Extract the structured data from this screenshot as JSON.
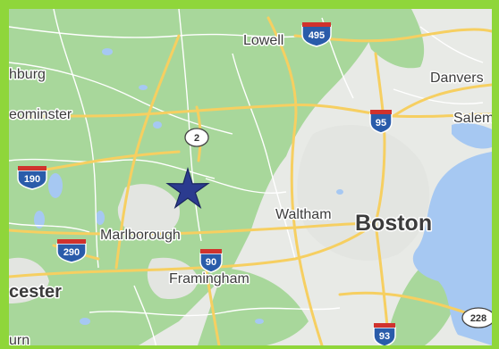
{
  "map": {
    "colors": {
      "frame": "#8fd63a",
      "land": "#e8eae6",
      "green": "#a8d79b",
      "water": "#a6c8f2",
      "highway": "#f6cf61",
      "road": "#ffffff",
      "interstate_shield": "#2a5caa",
      "marker": "#2b3b8f"
    },
    "places": {
      "lowell": "Lowell",
      "fitchburg_partial": "hburg",
      "leominster_partial": "eominster",
      "danvers": "Danvers",
      "salem": "Salem",
      "waltham": "Waltham",
      "boston": "Boston",
      "marlborough": "Marlborough",
      "framingham": "Framingham",
      "worcester_partial": "cester",
      "auburn_partial": "urn"
    },
    "shields": {
      "i495": "495",
      "i95": "95",
      "rt2": "2",
      "i190": "190",
      "i290": "290",
      "i90": "90",
      "i93": "93",
      "rt228": "228"
    },
    "marker": {
      "icon": "star-icon"
    }
  }
}
